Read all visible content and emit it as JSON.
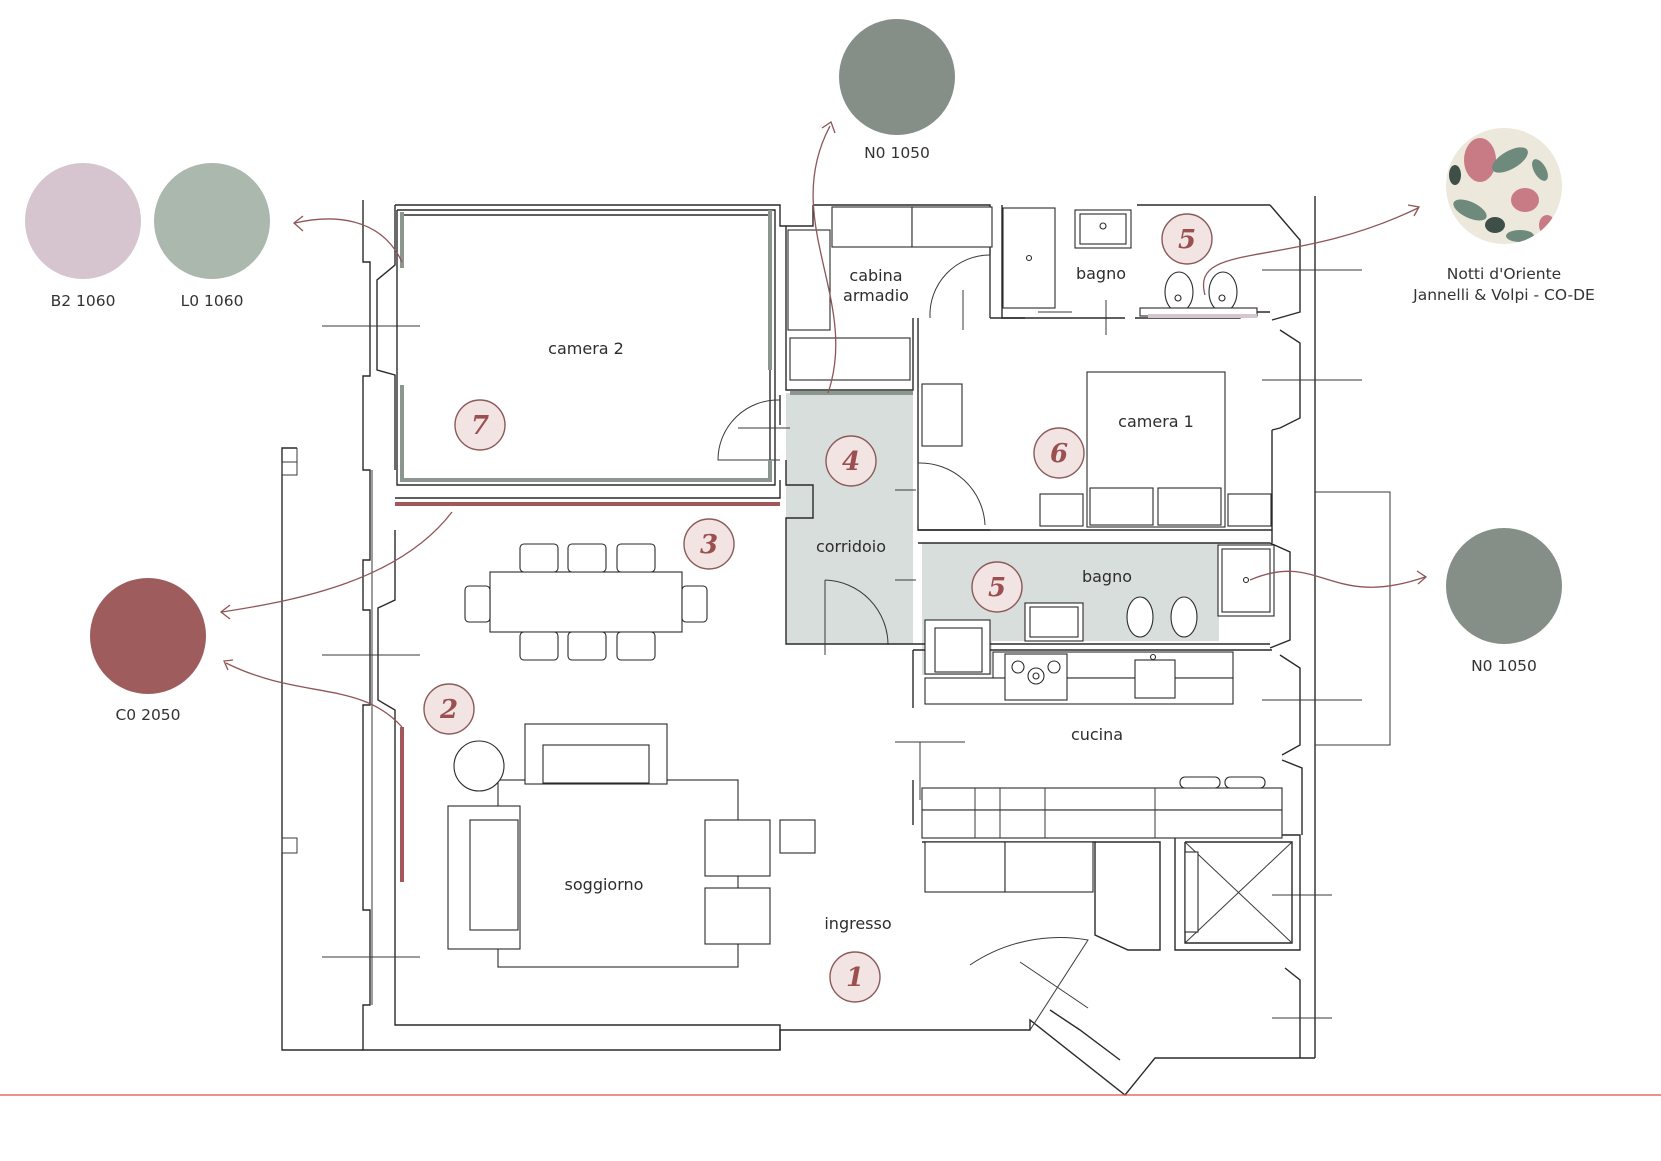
{
  "swatches": [
    {
      "label": "B2 1060",
      "color": "#d6c4cf"
    },
    {
      "label": "L0 1060",
      "color": "#abb8ad"
    },
    {
      "label": "N0 1050",
      "color": "#858f88"
    },
    {
      "label": "C0 2050",
      "color": "#9e5c5d"
    },
    {
      "label": "N0 1050",
      "color": "#858f88"
    }
  ],
  "wallpaper": {
    "line1": "Notti d'Oriente",
    "line2": "Jannelli & Volpi - CO-DE",
    "colors": [
      "#ece8dc",
      "#c97b85",
      "#6d8a7c",
      "#3e4f47"
    ]
  },
  "rooms": {
    "camera2": "camera 2",
    "cabina1": "cabina",
    "cabina2": "armadio",
    "bagno_top": "bagno",
    "camera1": "camera 1",
    "corridoio": "corridoio",
    "bagno_mid": "bagno",
    "cucina": "cucina",
    "soggiorno": "soggiorno",
    "ingresso": "ingresso"
  },
  "markers": [
    "1",
    "2",
    "3",
    "4",
    "5",
    "5",
    "6",
    "7"
  ],
  "colors": {
    "accent_red": "#a2585b",
    "accent_green": "#8a968e",
    "highlight_fill": "#d8dedb",
    "bottom_rule": "#e0504a"
  }
}
